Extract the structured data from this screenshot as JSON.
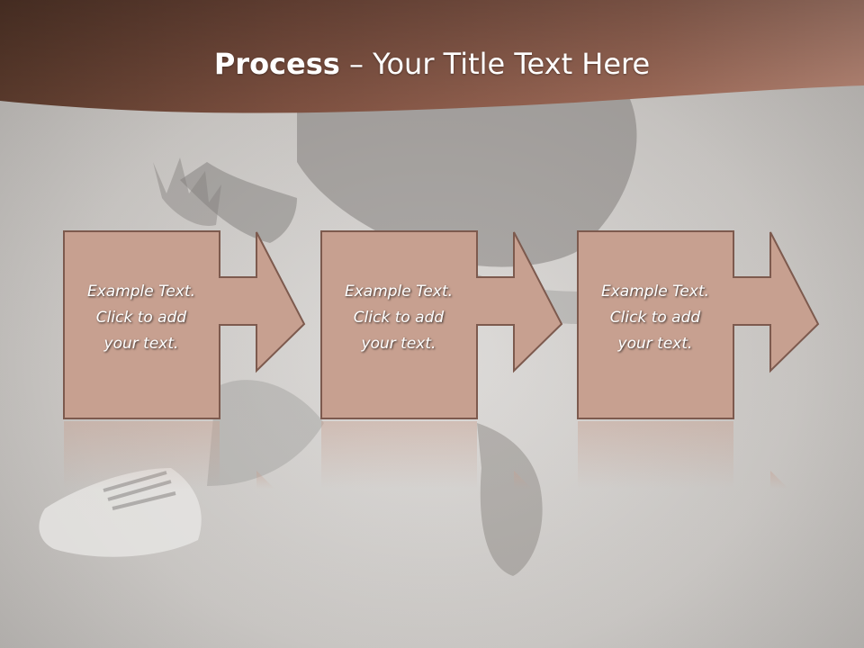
{
  "slide": {
    "title_bold": "Process",
    "title_rest": " – Your Title Text Here"
  },
  "steps": [
    {
      "lines": [
        "Example Text.",
        "Click  to add",
        "your text."
      ]
    },
    {
      "lines": [
        "Example Text.",
        "Click  to add",
        "your text."
      ]
    },
    {
      "lines": [
        "Example Text.",
        "Click  to add",
        "your text."
      ]
    }
  ],
  "colors": {
    "header": "#a8694f",
    "box_fill": "#c7a090",
    "box_border": "#7d5a4e",
    "background": "#d4d2cf"
  }
}
